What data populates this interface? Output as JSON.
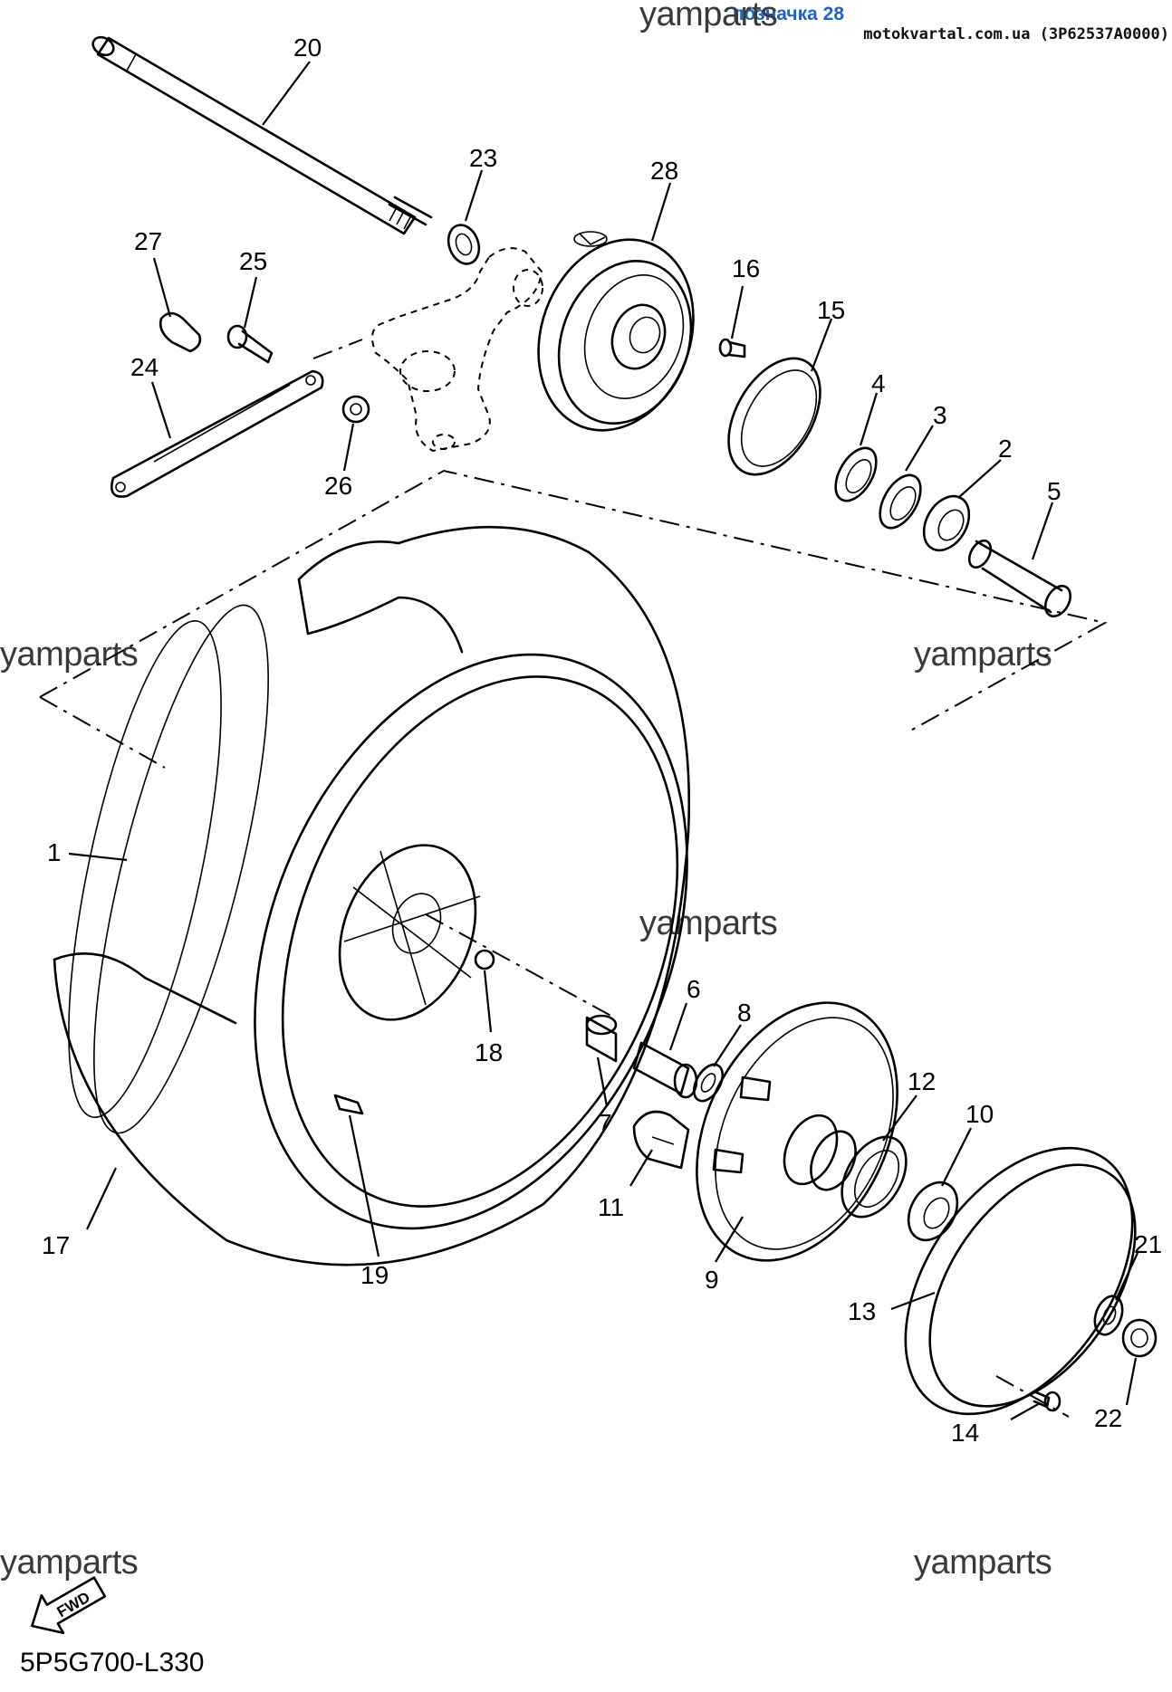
{
  "header": {
    "title": "позначка 28",
    "site": "motokvartal.com.ua (3P62537A0000)"
  },
  "watermark": "yamparts",
  "diagram_code": "5P5G700-L330",
  "fwd_label": "FWD",
  "labels": {
    "p1": "1",
    "p2": "2",
    "p3": "3",
    "p4": "4",
    "p5": "5",
    "p6": "6",
    "p7": "7",
    "p8": "8",
    "p9": "9",
    "p10": "10",
    "p11": "11",
    "p12": "12",
    "p13": "13",
    "p14": "14",
    "p15": "15",
    "p16": "16",
    "p17": "17",
    "p18": "18",
    "p19": "19",
    "p20": "20",
    "p21": "21",
    "p22": "22",
    "p23": "23",
    "p24": "24",
    "p25": "25",
    "p26": "26",
    "p27": "27",
    "p28": "28"
  }
}
